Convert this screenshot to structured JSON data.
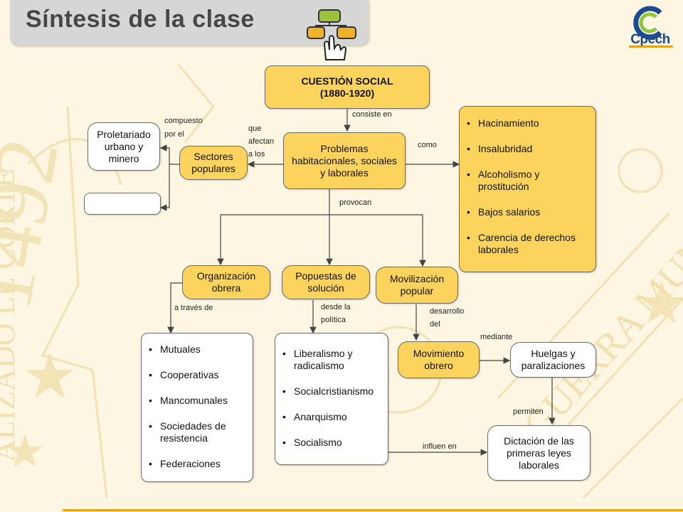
{
  "header": {
    "title": "Síntesis de la clase"
  },
  "logo": {
    "text": "Cpech"
  },
  "colors": {
    "node_fill": "#fbd35d",
    "accent_orange": "#f0a020",
    "logo_blue": "#1d4b8f",
    "logo_green": "#8cc63f",
    "background": "#fdf6e2"
  },
  "nodes": {
    "cuestion": {
      "line1": "CUESTIÓN SOCIAL",
      "line2": "(1880-1920)"
    },
    "problemas": "Problemas habitacionales, sociales y laborales",
    "sectores": "Sectores populares",
    "proletariado": "Proletariado urbano y minero",
    "empty_box": "",
    "organizacion": "Organización obrera",
    "propuestas": "Popuestas de solución",
    "movilizacion": "Movilización popular",
    "movimiento": "Movimiento obrero",
    "huelgas": "Huelgas y paralizaciones",
    "dictacion": "Dictación de las primeras leyes laborales"
  },
  "lists": {
    "problemas_como": [
      "Hacinamiento",
      "Insalubridad",
      "Alcoholismo y prostitución",
      "Bajos salarios",
      "Carencia de derechos laborales"
    ],
    "organizacion_via": [
      "Mutuales",
      "Cooperativas",
      "Mancomunales",
      "Sociedades de resistencia",
      "Federaciones"
    ],
    "propuestas_politica": [
      "Liberalismo y radicalismo",
      "Socialcristianismo",
      "Anarquismo",
      "Socialismo"
    ]
  },
  "labels": {
    "consiste_en": "consiste en",
    "como": "como",
    "que_afectan": [
      "que",
      "afectan",
      "a los"
    ],
    "compuesto": [
      "compuesto",
      "por el"
    ],
    "provocan": "provocan",
    "a_traves_de": "a través de",
    "desde_la_politica": [
      "desde la",
      "política"
    ],
    "desarrollo_del": [
      "desarrollo",
      "del"
    ],
    "mediante": "mediante",
    "permiten": "permiten",
    "influyen_en": "influen en"
  }
}
